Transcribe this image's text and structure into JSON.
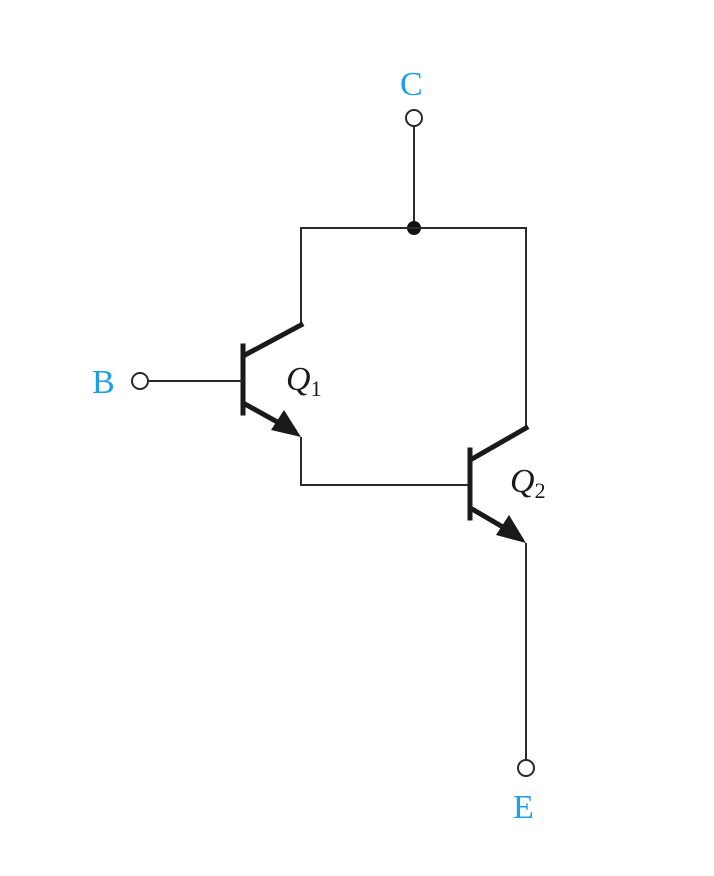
{
  "terminals": {
    "collector": "C",
    "base": "B",
    "emitter": "E"
  },
  "transistors": {
    "q1": {
      "letter": "Q",
      "subscript": "1"
    },
    "q2": {
      "letter": "Q",
      "subscript": "2"
    }
  },
  "colors": {
    "terminal_label": "#1ea0e6",
    "wire": "#2a2a2a"
  }
}
